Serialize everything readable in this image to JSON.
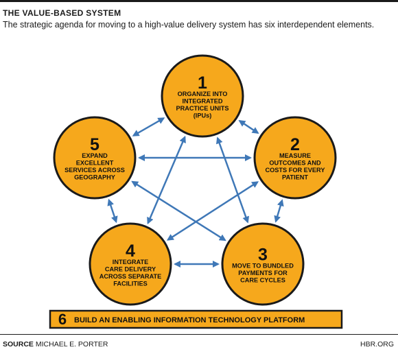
{
  "title": "THE VALUE-BASED SYSTEM",
  "subtitle": "The strategic agenda for moving to a high-value delivery system has six interdependent elements.",
  "colors": {
    "circle_fill": "#F6A81C",
    "arrow": "#3F78B7",
    "outline": "#1a1a1a"
  },
  "nodes": [
    {
      "number": "1",
      "lines": [
        "ORGANIZE INTO",
        "INTEGRATED",
        "PRACTICE UNITS",
        "(IPUs)"
      ]
    },
    {
      "number": "2",
      "lines": [
        "MEASURE",
        "OUTCOMES AND",
        "COSTS FOR EVERY",
        "PATIENT"
      ]
    },
    {
      "number": "3",
      "lines": [
        "MOVE TO BUNDLED",
        "PAYMENTS FOR",
        "CARE CYCLES"
      ]
    },
    {
      "number": "4",
      "lines": [
        "INTEGRATE",
        "CARE DELIVERY",
        "ACROSS SEPARATE",
        "FACILITIES"
      ]
    },
    {
      "number": "5",
      "lines": [
        "EXPAND",
        "EXCELLENT",
        "SERVICES ACROSS",
        "GEOGRAPHY"
      ]
    }
  ],
  "connections": [
    [
      "1",
      "2"
    ],
    [
      "1",
      "5"
    ],
    [
      "2",
      "3"
    ],
    [
      "3",
      "4"
    ],
    [
      "4",
      "5"
    ],
    [
      "1",
      "3"
    ],
    [
      "1",
      "4"
    ],
    [
      "2",
      "4"
    ],
    [
      "2",
      "5"
    ],
    [
      "3",
      "5"
    ]
  ],
  "banner": {
    "number": "6",
    "label": "BUILD AN ENABLING INFORMATION TECHNOLOGY PLATFORM"
  },
  "footer": {
    "source_label": "SOURCE",
    "source_name": "MICHAEL E. PORTER",
    "publisher": "HBR.ORG"
  }
}
